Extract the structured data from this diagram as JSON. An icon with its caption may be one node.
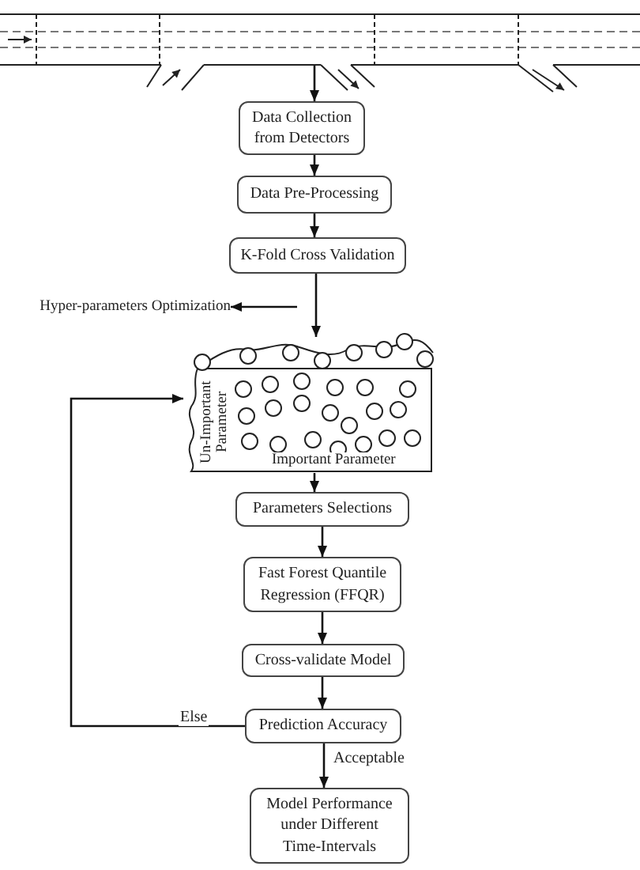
{
  "diagram": {
    "nodes": [
      {
        "text": [],
        "shape": "picture"
      },
      {
        "text": [
          "Data Collection from Detectors"
        ]
      },
      {
        "text": [
          "Data Pre-Processing"
        ]
      },
      {
        "text": [
          "K-Fold Cross Validation"
        ]
      },
      {
        "text": [
          "Hyper-parameters Optimization"
        ]
      },
      {
        "text": [
          "Un-Important Parameter",
          "Important Parameter"
        ]
      },
      {
        "text": [
          "Parameters Selections"
        ]
      },
      {
        "text": [
          "Fast Forest Quantile Regression (FFQR)"
        ]
      },
      {
        "text": [
          "Cross-validate Model"
        ]
      },
      {
        "text": [
          "Prediction Accuracy"
        ]
      },
      {
        "text": [
          "Model Performance under Different Time-Intervals"
        ]
      }
    ],
    "edges": [
      {
        "from": 0,
        "to": 1,
        "arrow": "to"
      },
      {
        "from": 1,
        "to": 2,
        "arrow": "to"
      },
      {
        "from": 2,
        "to": 3,
        "arrow": "to"
      },
      {
        "from": 3,
        "to": 5,
        "arrow": "to"
      },
      {
        "from": null,
        "to": 4,
        "arrow": "to"
      },
      {
        "from": 5,
        "to": 6,
        "arrow": "to"
      },
      {
        "from": 6,
        "to": 7,
        "arrow": "to"
      },
      {
        "from": 7,
        "to": 8,
        "arrow": "to"
      },
      {
        "from": 8,
        "to": 9,
        "arrow": "to"
      },
      {
        "from": 9,
        "to": 5,
        "label": "Else",
        "arrow": "to"
      },
      {
        "from": 9,
        "to": 10,
        "label": "Acceptable",
        "arrow": "to"
      }
    ]
  }
}
